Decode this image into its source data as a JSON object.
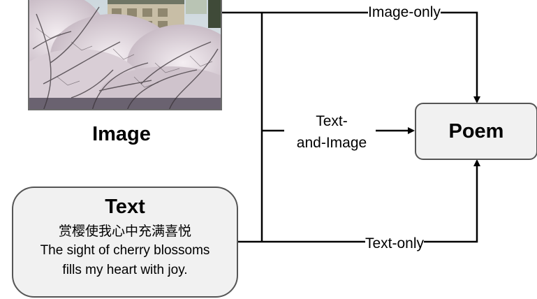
{
  "nodes": {
    "image": {
      "label": "Image"
    },
    "text": {
      "title": "Text",
      "line_cn": "赏樱使我心中充满喜悦",
      "line_en_1": "The sight of cherry blossoms",
      "line_en_2": "fills my heart with joy."
    },
    "poem": {
      "label": "Poem"
    }
  },
  "edges": {
    "image_only": "Image-only",
    "text_and_image_1": "Text-",
    "text_and_image_2": "and-Image",
    "text_only": "Text-only"
  },
  "colors": {
    "box_fill": "#f1f1f1",
    "box_border": "#555555",
    "line": "#000000"
  }
}
